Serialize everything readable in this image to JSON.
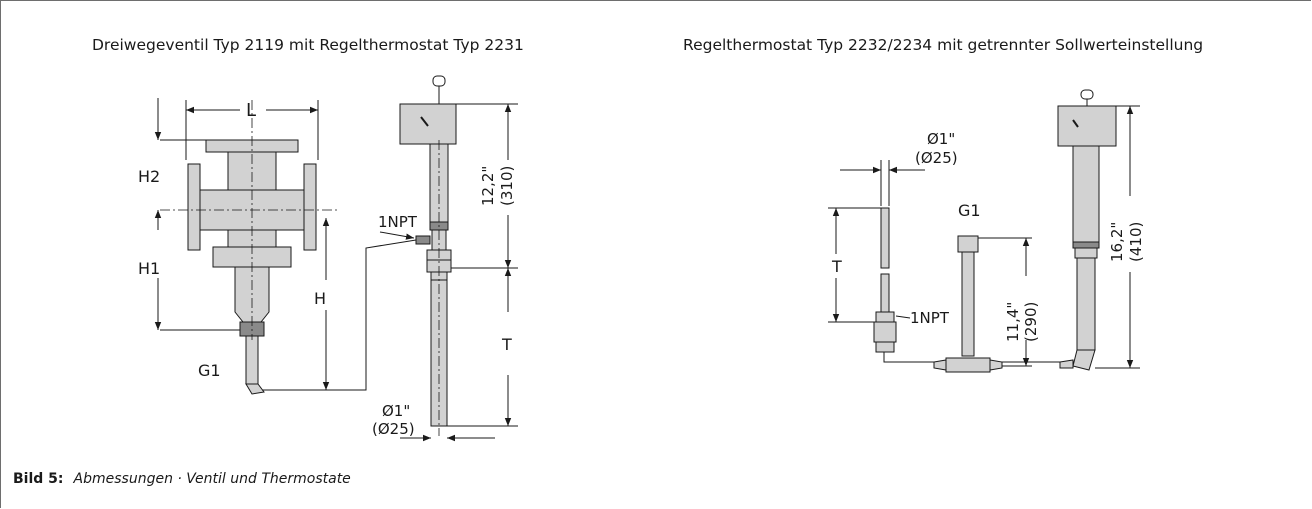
{
  "titles": {
    "left": "Dreiwegeventil Typ 2119 mit Regelthermostat Typ 2231",
    "right": "Regelthermostat Typ 2232/2234 mit getrennter Sollwerteinstellung"
  },
  "left_labels": {
    "L": "L",
    "H2": "H2",
    "H1": "H1",
    "H": "H",
    "G1": "G1",
    "npt": "1NPT",
    "height_in": "12,2\"",
    "height_mm": "(310)",
    "T": "T",
    "dia_in": "Ø1\"",
    "dia_mm": "(Ø25)"
  },
  "right_labels": {
    "dia_in": "Ø1\"",
    "dia_mm": "(Ø25)",
    "T": "T",
    "npt": "1NPT",
    "G1": "G1",
    "mid_in": "11,4\"",
    "mid_mm": "(290)",
    "tall_in": "16,2\"",
    "tall_mm": "(410)"
  },
  "caption": {
    "number": "Bild 5:",
    "text": "Abmessungen · Ventil und Thermostate"
  }
}
